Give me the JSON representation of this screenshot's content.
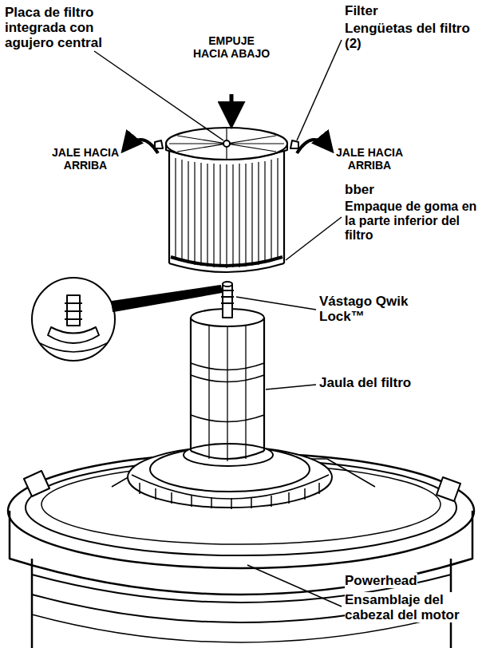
{
  "diagram": {
    "labels": [
      "Placa de filtro integrada con agujero central",
      "EMPUJE HACIA ABAJO",
      "Filter",
      "Lengüetas del filtro (2)",
      "JALE HACIA ARRIBA",
      "JALE HACIA ARRIBA",
      "bber",
      "Empaque de goma en la parte inferior del filtro",
      "Vástago Qwik Lock™",
      "Jaula del filtro",
      "Powerhead",
      "Ensamblaje del cabezal del motor"
    ]
  }
}
